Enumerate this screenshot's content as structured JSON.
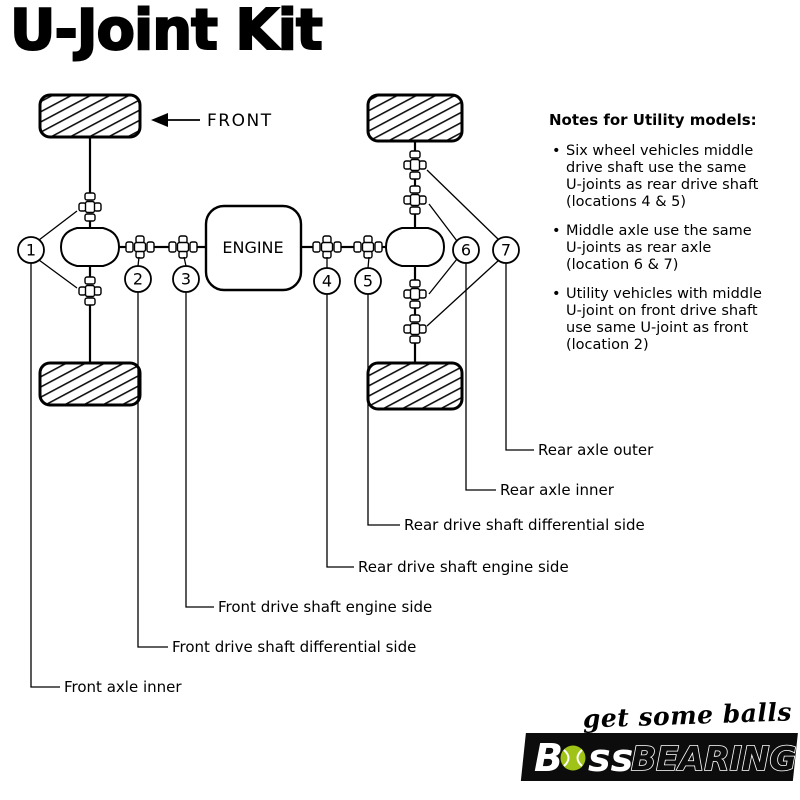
{
  "title": "U-Joint Kit",
  "diagram": {
    "front_label": "FRONT",
    "engine_label": "ENGINE",
    "location_numbers": [
      "1",
      "2",
      "3",
      "4",
      "5",
      "6",
      "7"
    ]
  },
  "notes": {
    "header": "Notes for Utility models:",
    "bullets": [
      "Six wheel vehicles middle\ndrive shaft use the same\nU-joints as rear drive shaft\n(locations 4 & 5)",
      "Middle axle use the same\nU-joints as rear axle\n(location 6 & 7)",
      "Utility vehicles with middle\nU-joint on front drive shaft\nuse same U-joint as front\n(location 2)"
    ]
  },
  "callouts": [
    {
      "label": "Rear axle outer"
    },
    {
      "label": "Rear axle inner"
    },
    {
      "label": "Rear drive shaft differential side"
    },
    {
      "label": "Rear drive shaft engine side"
    },
    {
      "label": "Front drive shaft engine side"
    },
    {
      "label": "Front drive shaft differential side"
    },
    {
      "label": "Front axle inner"
    }
  ],
  "logo": {
    "tagline": "get some balls",
    "brand_b": "B",
    "brand_ss": "ss",
    "brand_bearing": "BEARING"
  },
  "colors": {
    "ink": "#000000",
    "banner_black": "#0c0c0c",
    "ball_green": "#a0c318"
  }
}
